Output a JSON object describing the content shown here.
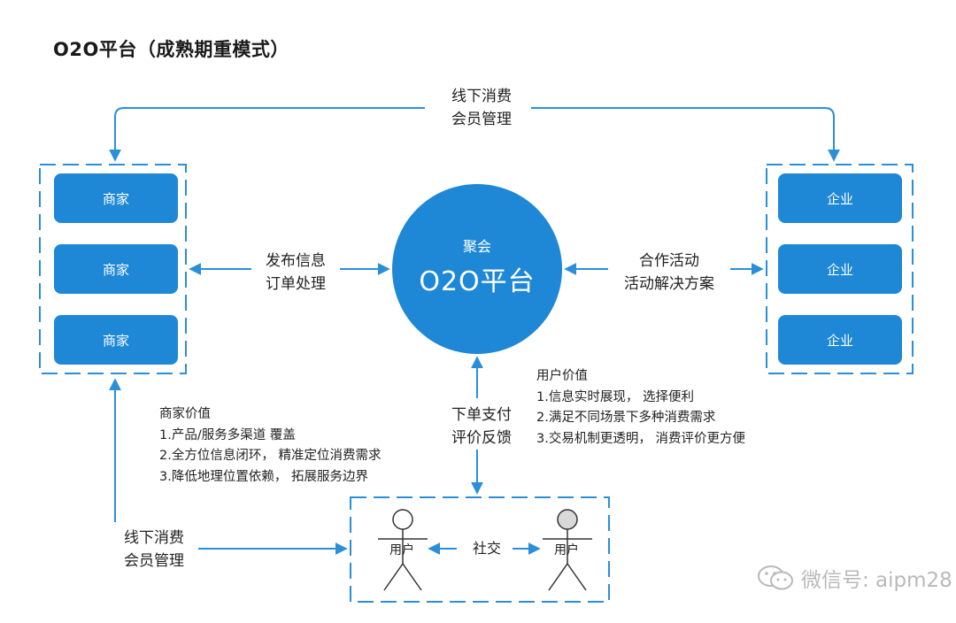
{
  "title": "O2O平台（成熟期重模式）",
  "center": {
    "sub": "聚会",
    "main": "O2O平台"
  },
  "merchants": [
    "商家",
    "商家",
    "商家"
  ],
  "enterprises": [
    "企业",
    "企业",
    "企业"
  ],
  "top_arrow_label": [
    "线下消费",
    "会员管理"
  ],
  "left_link_label": [
    "发布信息",
    "订单处理"
  ],
  "right_link_label": [
    "合作活动",
    "活动解决方案"
  ],
  "bottom_link_label": [
    "下单支付",
    "评价反馈"
  ],
  "offline_label": [
    "线下消费",
    "会员管理"
  ],
  "social_label": "社交",
  "users": [
    "用户",
    "用户"
  ],
  "merchant_value": {
    "heading": "商家价值",
    "items": [
      "1.产品/服务多渠道 覆盖",
      "2.全方位信息闭环， 精准定位消费需求",
      "3.降低地理位置依赖， 拓展服务边界"
    ]
  },
  "user_value": {
    "heading": "用户价值",
    "items": [
      "1.信息实时展现， 选择便利",
      "2.满足不同场景下多种消费需求",
      "3.交易机制更透明， 消费评价更方便"
    ]
  },
  "watermark": "微信号: aipm28",
  "colors": {
    "accent": "#1e88d6",
    "dash": "#2b8fd8",
    "user_head_2": "#d9d9d9"
  }
}
